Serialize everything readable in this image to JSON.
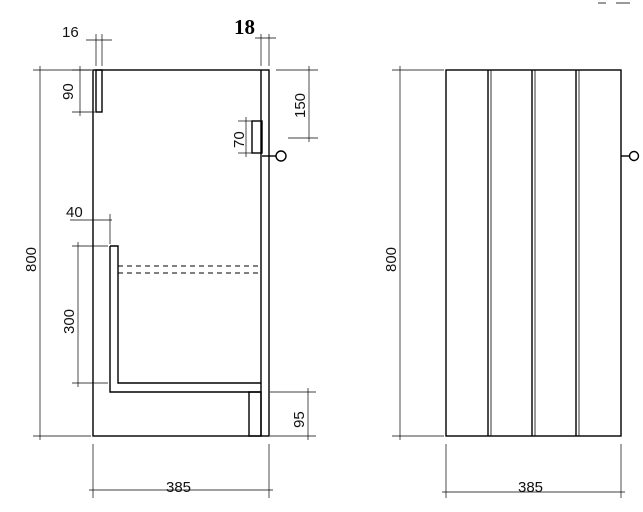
{
  "side_view": {
    "dim_top_panel": "16",
    "dim_door_thickness": "18",
    "dim_top_strip": "90",
    "dim_handle_offset": "150",
    "dim_handle_height": "70",
    "dim_shelf_inset": "40",
    "dim_total_height": "800",
    "dim_recess_height": "300",
    "dim_plinth": "95",
    "dim_width": "385"
  },
  "front_view": {
    "dim_total_height": "800",
    "dim_width": "385"
  }
}
